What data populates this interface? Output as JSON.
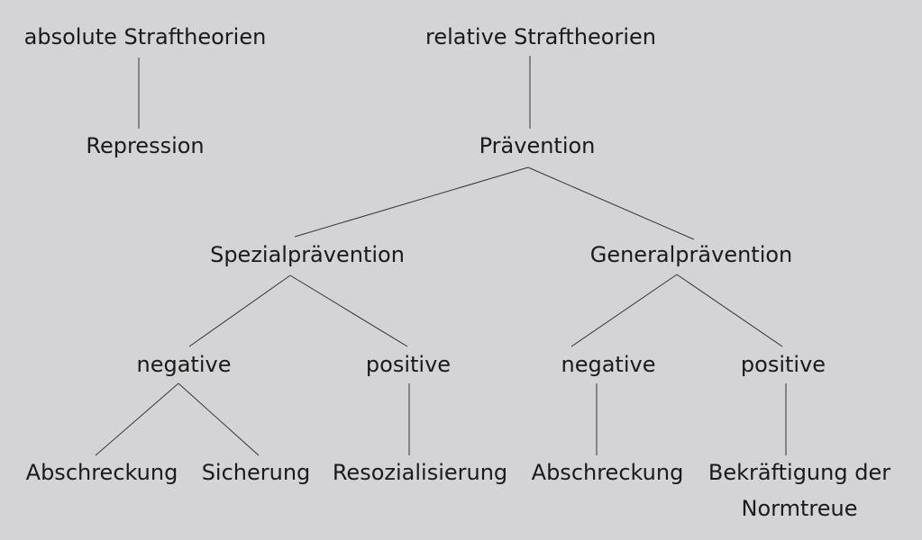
{
  "nodes": {
    "absolute": "absolute Straftheorien",
    "relative": "relative Straftheorien",
    "repression": "Repression",
    "praevention": "Prävention",
    "spezial": "Spezialprävention",
    "general": "Generalprävention",
    "spezial_negative": "negative",
    "spezial_positive": "positive",
    "general_negative": "negative",
    "general_positive": "positive",
    "abschreckung_1": "Abschreckung",
    "sicherung": "Sicherung",
    "resozialisierung": "Resozialisierung",
    "abschreckung_2": "Abschreckung",
    "bekraeftigung": "Bekräftigung der Normtreue"
  }
}
